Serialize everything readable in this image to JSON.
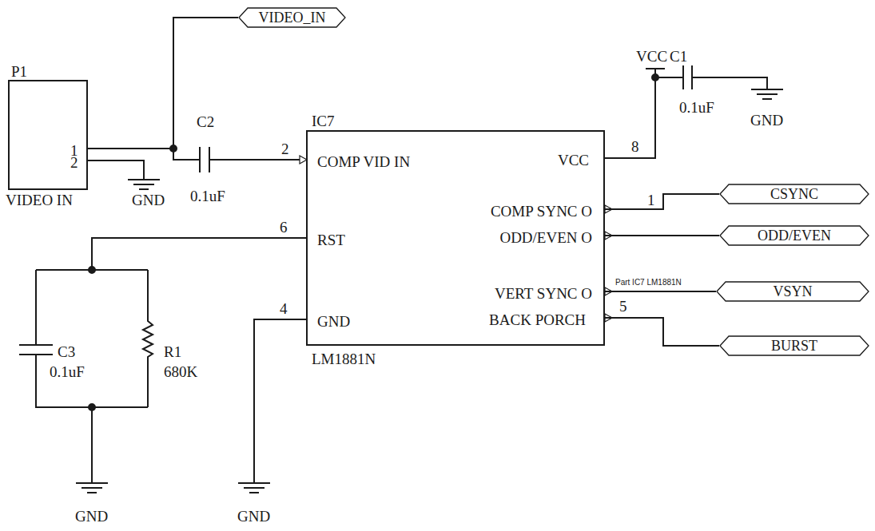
{
  "diagram": {
    "nodes": [
      {
        "text": [
          "P1",
          "1",
          "2",
          "VIDEO IN"
        ]
      },
      {
        "text": [
          "VIDEO_IN"
        ]
      },
      {
        "text": [
          "IC7",
          "COMP VID IN",
          "VCC",
          "COMP SYNC O",
          "ODD/EVEN O",
          "RST",
          "VERT SYNC O",
          "GND",
          "BACK PORCH",
          "LM1881N"
        ]
      },
      {
        "text": [
          "CSYNC"
        ]
      },
      {
        "text": [
          "ODD/EVEN"
        ]
      },
      {
        "text": [
          "VSYN"
        ]
      },
      {
        "text": [
          "BURST"
        ]
      }
    ],
    "edges": [
      {
        "from": 0,
        "to": 1,
        "arrow": "none"
      },
      {
        "from": 2,
        "to": 3,
        "arrow": "none"
      },
      {
        "from": 2,
        "to": 4,
        "arrow": "none"
      },
      {
        "from": 2,
        "to": 5,
        "arrow": "none"
      },
      {
        "from": 2,
        "to": 6,
        "arrow": "none"
      }
    ],
    "labels": [
      "GND",
      "C2",
      "0.1uF",
      "2",
      "6",
      "C3",
      "0.1uF",
      "R1",
      "680K",
      "GND",
      "4",
      "GND",
      "VCC",
      "C1",
      "0.1uF",
      "GND",
      "8",
      "1",
      "5",
      "Part IC7 LM1881N"
    ]
  }
}
